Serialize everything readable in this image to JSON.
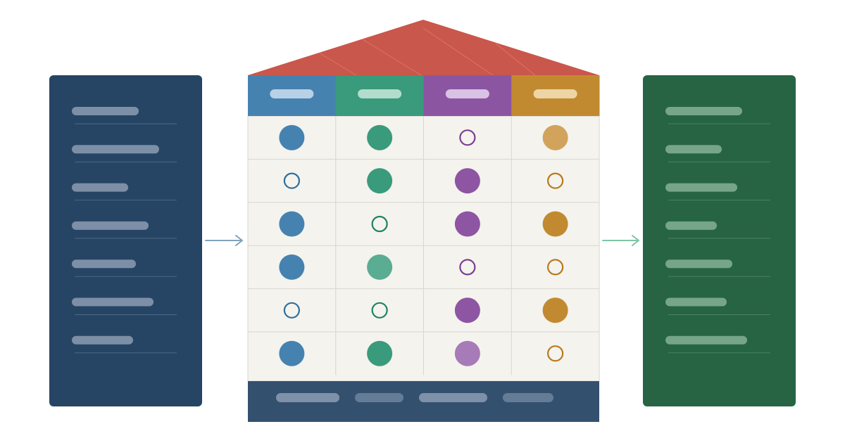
{
  "colors": {
    "background": "#ffffff",
    "left_panel": "#264565",
    "right_panel": "#266443",
    "roof": "#C9574B",
    "matrix_fill": "#F4F3EE",
    "matrix_grid": "#D8D6CF",
    "base": "#34506F",
    "left_arrow": "#7FA3BD",
    "right_arrow": "#7FC4A6"
  },
  "left_panel": {
    "lines": 7,
    "placeholder_color": "#7D8FA6",
    "rule_color": "#4C6785"
  },
  "right_panel": {
    "lines": 7,
    "placeholder_color": "#76A58A",
    "rule_color": "#4C8263"
  },
  "matrix": {
    "columns": [
      {
        "header_color": "#4682B0",
        "label_color": "#B9D1E6",
        "solid": "#4682B0",
        "light": "#6699BD",
        "ring": "#2F6F9C"
      },
      {
        "header_color": "#3A9A7C",
        "label_color": "#B2DDCC",
        "solid": "#3A9A7C",
        "light": "#5AAC93",
        "ring": "#1E8264"
      },
      {
        "header_color": "#8C55A2",
        "label_color": "#D9C2E3",
        "solid": "#8E55A3",
        "light": "#A77AB8",
        "ring": "#7A3F93"
      },
      {
        "header_color": "#C28A30",
        "label_color": "#EDD5A6",
        "solid": "#C28A30",
        "light": "#D1A35C",
        "ring": "#B87A1E"
      }
    ],
    "rows": [
      [
        "solid",
        "solid",
        "ring",
        "light"
      ],
      [
        "ring",
        "solid",
        "solid",
        "ring"
      ],
      [
        "solid",
        "ring",
        "solid",
        "solid"
      ],
      [
        "solid",
        "light",
        "ring",
        "ring"
      ],
      [
        "ring",
        "ring",
        "solid",
        "solid"
      ],
      [
        "solid",
        "solid",
        "light",
        "ring"
      ]
    ]
  },
  "base": {
    "pills": 4,
    "pill_colors": [
      "#7E91A8",
      "#647C96",
      "#7E91A8",
      "#647C96"
    ]
  },
  "icons": {
    "left_arrow": "arrow-right-icon",
    "right_arrow": "arrow-right-icon"
  }
}
